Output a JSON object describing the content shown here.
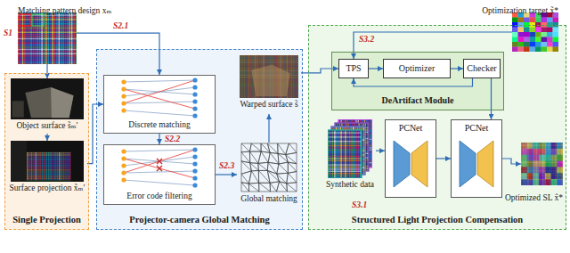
{
  "diagram": {
    "nodes": [
      {
        "text": [
          "Matching pattern design xₘ"
        ]
      },
      {
        "text": [
          "Optimization target x̃*"
        ]
      },
      {
        "text": [
          "Single Projection"
        ]
      },
      {
        "text": [
          "Object surface s̃ₘ′"
        ],
        "in": 2
      },
      {
        "text": [
          "Surface projection x̃ₘ′"
        ],
        "in": 2
      },
      {
        "text": [
          "Projector-camera Global Matching"
        ]
      },
      {
        "text": [
          "Discrete matching"
        ],
        "in": 5
      },
      {
        "text": [
          "Error code filtering"
        ],
        "in": 5
      },
      {
        "text": [
          "Warped surface s̃"
        ],
        "in": 5
      },
      {
        "text": [
          "Global matching"
        ],
        "in": 5
      },
      {
        "text": [
          "Structured Light Projection Compensation"
        ]
      },
      {
        "text": [
          "DeArtifact Module"
        ],
        "in": 10
      },
      {
        "text": [
          "TPS"
        ],
        "in": 11
      },
      {
        "text": [
          "Optimizer"
        ],
        "in": 11
      },
      {
        "text": [
          "Checker"
        ],
        "in": 11
      },
      {
        "text": [
          "Synthetic data"
        ],
        "in": 10
      },
      {
        "text": [
          "PCNet"
        ],
        "in": 10
      },
      {
        "text": [
          "PCNet"
        ],
        "in": 10
      },
      {
        "text": [
          "Optimized SL x̂*"
        ]
      }
    ],
    "edges": [
      {
        "from": 0,
        "to": 3,
        "arrow": "to"
      },
      {
        "from": 3,
        "to": 4,
        "arrow": "to"
      },
      {
        "from": 0,
        "to": 6,
        "label": "S2.1",
        "arrow": "to"
      },
      {
        "from": 4,
        "to": 6,
        "arrow": "to"
      },
      {
        "from": 6,
        "to": 7,
        "label": "S2.2",
        "arrow": "to"
      },
      {
        "from": 7,
        "to": 9,
        "label": "S2.3",
        "arrow": "to"
      },
      {
        "from": 9,
        "to": 8,
        "arrow": "to"
      },
      {
        "from": 8,
        "to": 12,
        "arrow": "to"
      },
      {
        "from": 1,
        "to": 12,
        "label": "S3.2",
        "arrow": "to"
      },
      {
        "from": 12,
        "to": 13,
        "arrow": "to"
      },
      {
        "from": 13,
        "to": 14,
        "arrow": "to"
      },
      {
        "from": 14,
        "to": 12,
        "arrow": "to"
      },
      {
        "from": 15,
        "to": 16,
        "label": "S3.1",
        "arrow": "to"
      },
      {
        "from": 16,
        "to": 17,
        "arrow": "to"
      },
      {
        "from": 14,
        "to": 17,
        "arrow": "to"
      },
      {
        "from": 17,
        "to": 18,
        "arrow": "to"
      }
    ],
    "labels": [
      "S1"
    ]
  }
}
